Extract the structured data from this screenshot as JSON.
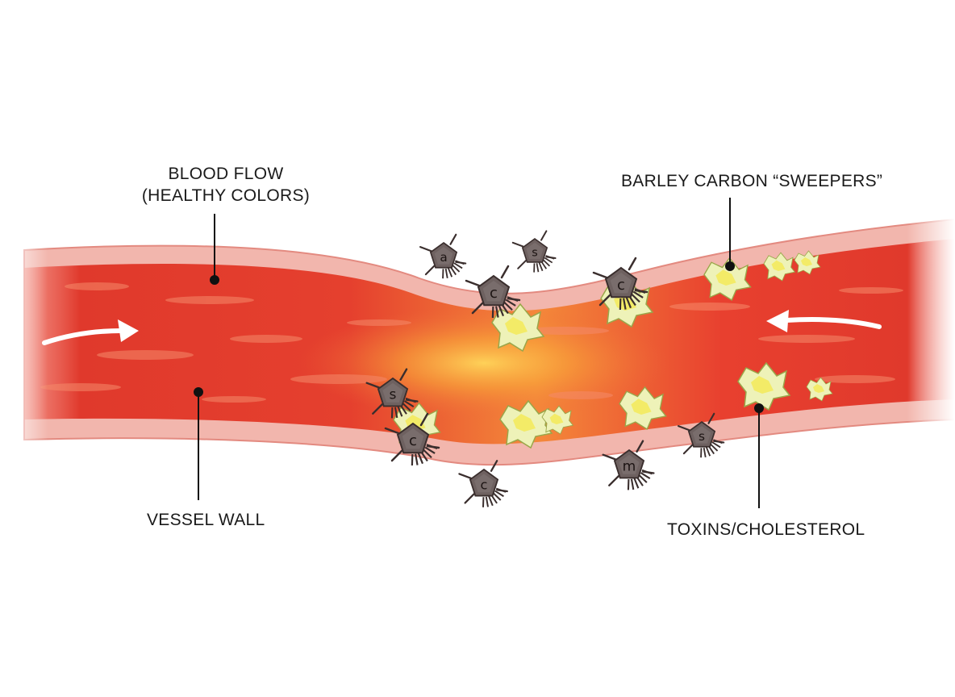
{
  "labels": {
    "blood_flow_line1": "BLOOD FLOW",
    "blood_flow_line2": "(HEALTHY COLORS)",
    "sweepers": "BARLEY CARBON “SWEEPERS”",
    "vessel_wall": "VESSEL WALL",
    "toxins": "TOXINS/CHOLESTEROL"
  },
  "sweeper_letters": [
    "a",
    "s",
    "c",
    "c",
    "s",
    "c",
    "c",
    "m",
    "s"
  ],
  "colors": {
    "vessel_wall": "#f2b3aa",
    "vessel_wall_edge": "#e0877d",
    "blood_dark": "#d42b22",
    "blood_mid": "#ec4a35",
    "blood_core": "#f9b23a",
    "sweeper": "#6e6160",
    "sweeper_outline": "#3a2e2d",
    "toxin": "#eef2b8",
    "toxin_core": "#f3ea58",
    "toxin_outline": "#9aa64a",
    "arrow": "#ffffff",
    "leader_line": "#111111"
  },
  "icons": {
    "flow_arrow_left": "arrow-right-icon",
    "flow_arrow_right": "arrow-left-icon"
  }
}
